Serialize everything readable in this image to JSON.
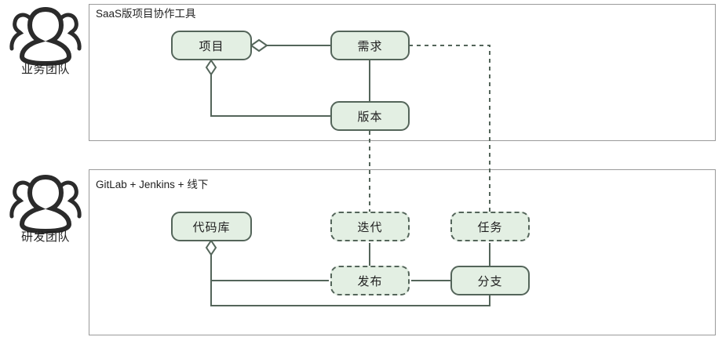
{
  "diagram": {
    "type": "entity-relationship / domain model",
    "actors": [
      {
        "id": "business",
        "icon": "users-group-icon",
        "label": "业务团队"
      },
      {
        "id": "rnd",
        "icon": "users-group-icon",
        "label": "研发团队"
      }
    ],
    "panels": [
      {
        "id": "saas",
        "title": "SaaS版项目协作工具",
        "nodes": [
          {
            "id": "project",
            "label": "项目",
            "style": "solid"
          },
          {
            "id": "requirement",
            "label": "需求",
            "style": "solid"
          },
          {
            "id": "version",
            "label": "版本",
            "style": "solid"
          }
        ]
      },
      {
        "id": "devops",
        "title": "GitLab + Jenkins + 线下",
        "nodes": [
          {
            "id": "repo",
            "label": "代码库",
            "style": "solid"
          },
          {
            "id": "iteration",
            "label": "迭代",
            "style": "dashed"
          },
          {
            "id": "task",
            "label": "任务",
            "style": "dashed"
          },
          {
            "id": "release",
            "label": "发布",
            "style": "dashed"
          },
          {
            "id": "branch",
            "label": "分支",
            "style": "solid"
          }
        ]
      }
    ],
    "edges": [
      {
        "from": "requirement",
        "to": "project",
        "style": "solid",
        "marker": "aggregation-diamond"
      },
      {
        "from": "version",
        "to": "project",
        "style": "solid",
        "marker": "aggregation-diamond"
      },
      {
        "from": "requirement",
        "to": "version",
        "style": "solid",
        "marker": "none"
      },
      {
        "from": "requirement",
        "to": "task",
        "style": "dashed",
        "marker": "none"
      },
      {
        "from": "version",
        "to": "iteration",
        "style": "dashed",
        "marker": "none"
      },
      {
        "from": "release",
        "to": "repo",
        "style": "solid",
        "marker": "aggregation-diamond"
      },
      {
        "from": "branch",
        "to": "repo",
        "style": "solid",
        "marker": "aggregation-diamond"
      },
      {
        "from": "iteration",
        "to": "release",
        "style": "solid",
        "marker": "none"
      },
      {
        "from": "release",
        "to": "branch",
        "style": "solid",
        "marker": "none"
      },
      {
        "from": "task",
        "to": "branch",
        "style": "solid",
        "marker": "none"
      }
    ],
    "colors": {
      "node_fill": "#e3efe3",
      "node_stroke": "#54655a",
      "panel_stroke": "#9a9a9a",
      "link_stroke": "#54655a",
      "text": "#1f1f1f",
      "background": "#ffffff"
    }
  }
}
